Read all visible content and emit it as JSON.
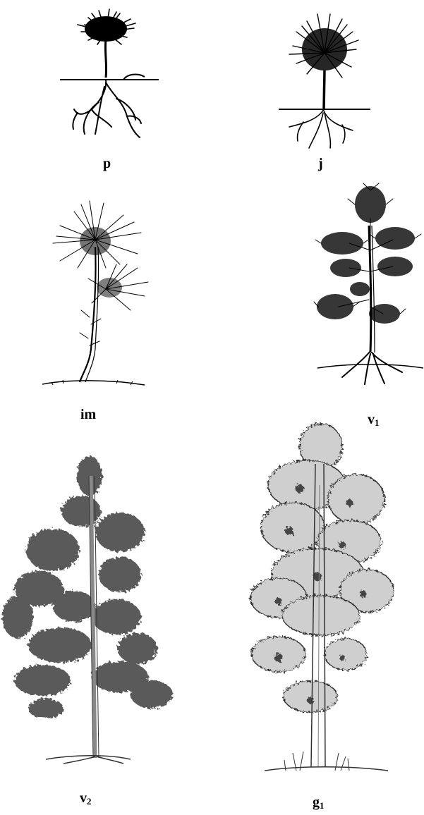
{
  "stages": [
    {
      "id": "p",
      "letter": "p",
      "index": ""
    },
    {
      "id": "j",
      "letter": "j",
      "index": ""
    },
    {
      "id": "im",
      "letter": "im",
      "index": ""
    },
    {
      "id": "v1",
      "letter": "v",
      "index": "1"
    },
    {
      "id": "v2",
      "letter": "v",
      "index": "2"
    },
    {
      "id": "g1",
      "letter": "g",
      "index": "1"
    }
  ],
  "colors": {
    "ink": "#000000",
    "background": "#ffffff",
    "foliage_gray": "#5a5a5a"
  }
}
